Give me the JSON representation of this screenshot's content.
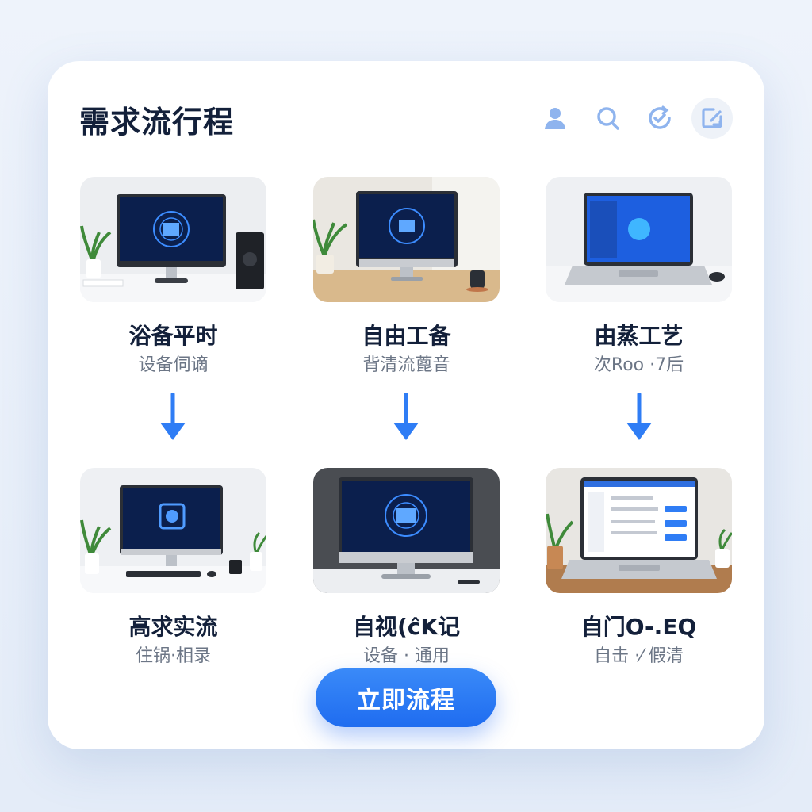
{
  "header": {
    "title": "需求流行程",
    "icons": [
      "user-icon",
      "search-icon",
      "check-refresh-icon",
      "edit-icon"
    ]
  },
  "steps_row1": [
    {
      "title": "浴备平时",
      "subtitle": "设备伺谪"
    },
    {
      "title": "自由工备",
      "subtitle": "背清流蓖音"
    },
    {
      "title": "由蒸工艺",
      "subtitle": "次Roo ·7后"
    }
  ],
  "steps_row2": [
    {
      "title": "高求实流",
      "subtitle": "住锅·相录"
    },
    {
      "title": "自视(ĉK记",
      "subtitle": "设备 · 通用"
    },
    {
      "title": "自门O-.EQ",
      "subtitle": "自击 ·⁄ 假清"
    }
  ],
  "cta": {
    "label": "立即流程"
  },
  "colors": {
    "accent": "#1f6cf0",
    "title": "#13203a",
    "subtitle": "#6c7686"
  }
}
